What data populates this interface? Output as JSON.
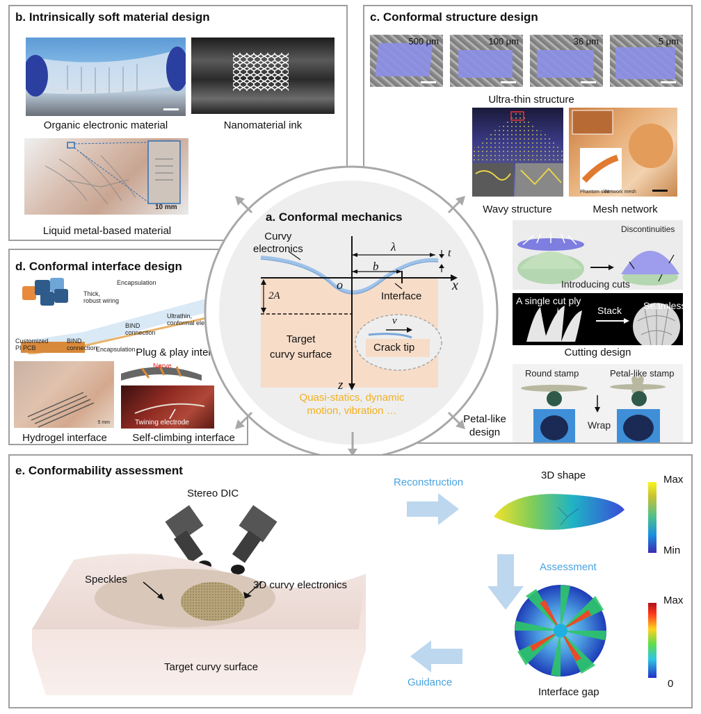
{
  "panel_b": {
    "title": "b. Intrinsically soft material design",
    "captions": {
      "organic": "Organic electronic material",
      "nanomaterial": "Nanomaterial ink",
      "liquid_metal": "Liquid metal-based material"
    },
    "scale_10mm": "10 mm"
  },
  "panel_c": {
    "title": "c. Conformal structure design",
    "sem_labels": [
      "500 μm",
      "100 μm",
      "36 μm",
      "5 μm"
    ],
    "captions": {
      "ultrathin": "Ultra-thin structure",
      "wavy": "Wavy structure",
      "mesh": "Mesh network",
      "cutting": "Cutting design",
      "petal": "Petal-like\ndesign"
    },
    "mesh_labels": {
      "phantom": "Phantom skin",
      "network": "Network mesh"
    },
    "cut_labels": {
      "discontinuities": "Discontinuities",
      "introducing": "Introducing cuts",
      "single_cut": "A single cut ply",
      "stack": "Stack",
      "seamless": "Seamless"
    },
    "stamp_labels": {
      "round": "Round stamp",
      "petal": "Petal-like stamp",
      "wrap": "Wrap"
    }
  },
  "panel_a": {
    "title": "a. Conformal mechanics",
    "curvy_electronics": "Curvy\nelectronics",
    "lambda": "λ",
    "t": "t",
    "b": "b",
    "o": "o",
    "x": "x",
    "two_a": "2A",
    "interface": "Interface",
    "target": "Target\ncurvy surface",
    "v": "v",
    "crack_tip": "Crack tip",
    "z": "z",
    "bottom_text": "Quasi-statics, dynamic\nmotion, vibration …",
    "accent_color": "#f2b01e"
  },
  "panel_d": {
    "title": "d. Conformal interface design",
    "captions": {
      "plug": "Plug & play interface",
      "hydrogel": "Hydrogel interface",
      "climbing": "Self-climbing interface"
    },
    "plug_labels": {
      "encapsulation_top": "Encapsulation",
      "thick_wiring": "Thick,\nrobust wiring",
      "ultrathin": "Ultrathin,\nconformal electrode",
      "bind_conn_1": "BIND\nconnection",
      "bind_conn_2": "BIND\nconnection",
      "encapsulation_bottom": "Encapsulation",
      "pcb": "Customized\nPI PCB"
    },
    "hydrogel_scale": "5 mm",
    "nerve": "Nerve",
    "twining": "Twining electrode"
  },
  "panel_e": {
    "title": "e. Conformability assessment",
    "stereo_dic": "Stereo DIC",
    "speckles": "Speckles",
    "curvy_3d": "3D curvy electronics",
    "target_surface": "Target curvy surface",
    "reconstruction": "Reconstruction",
    "assessment": "Assessment",
    "guidance": "Guidance",
    "shape_3d": "3D shape",
    "interface_gap": "Interface gap",
    "cbar1_max": "Max",
    "cbar1_min": "Min",
    "cbar2_max": "Max",
    "cbar2_min": "0",
    "accent_color": "#4aa3df"
  }
}
